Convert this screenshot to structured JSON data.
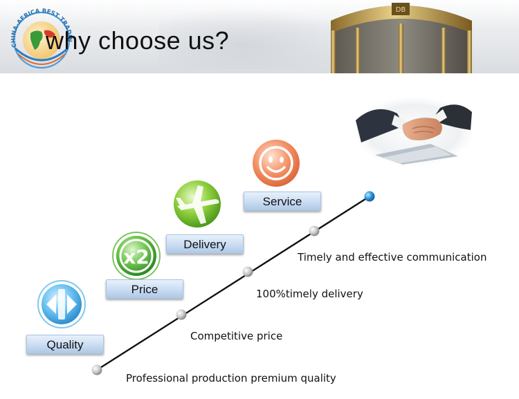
{
  "header": {
    "title": "why choose us?",
    "logo_text": "CHINA-AFRICA BEST TRADING PLATFORM",
    "door_sign": "DB"
  },
  "steps": [
    {
      "label": "Quality",
      "description": "Professional production  premium quality",
      "icon": "quality-icon"
    },
    {
      "label": "Price",
      "description": "Competitive price",
      "icon": "x2-icon"
    },
    {
      "label": "Delivery",
      "description": "100%timely delivery",
      "icon": "plane-icon"
    },
    {
      "label": "Service",
      "description": "Timely and effective communication",
      "icon": "smiley-icon"
    }
  ],
  "badge_text": "x2",
  "colors": {
    "label_blue": "#cfe0f4",
    "quality_blue": "#3aa6e6",
    "price_green": "#3aa43a",
    "delivery_green": "#7cc23c",
    "service_orange": "#f0835a",
    "end_dot_blue": "#2a8fd6"
  }
}
